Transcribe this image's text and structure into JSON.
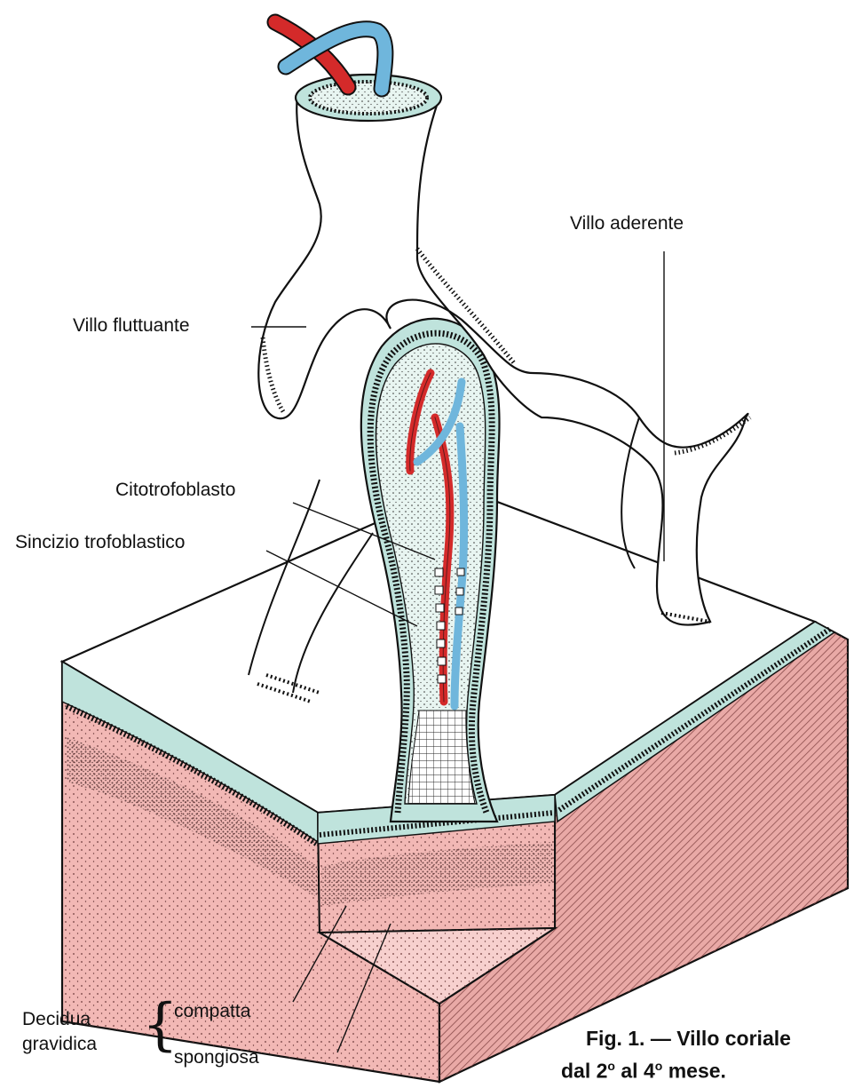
{
  "figure": {
    "labels": {
      "villo_aderente": "Villo aderente",
      "villo_fluttuante": "Villo fluttuante",
      "citotrofoblasto": "Citotrofoblasto",
      "sincizio": "Sincizio trofoblastico",
      "decidua_line1": "Decidua",
      "decidua_line2": "gravidica",
      "compatta": "compatta",
      "spongiosa": "spongiosa"
    },
    "caption": {
      "line1": "Fig. 1. — Villo coriale",
      "line2_a": "dal 2",
      "line2_sup1": "o",
      "line2_b": " al 4",
      "line2_sup2": "o",
      "line2_c": " mese."
    },
    "colors": {
      "decidua_pink": "#f2b8b5",
      "decidua_dark": "#d98c8c",
      "trophoblast_cyan": "#bfe3dc",
      "artery_red": "#d42a2a",
      "vein_blue": "#6fb6dc",
      "outline": "#111111"
    }
  }
}
